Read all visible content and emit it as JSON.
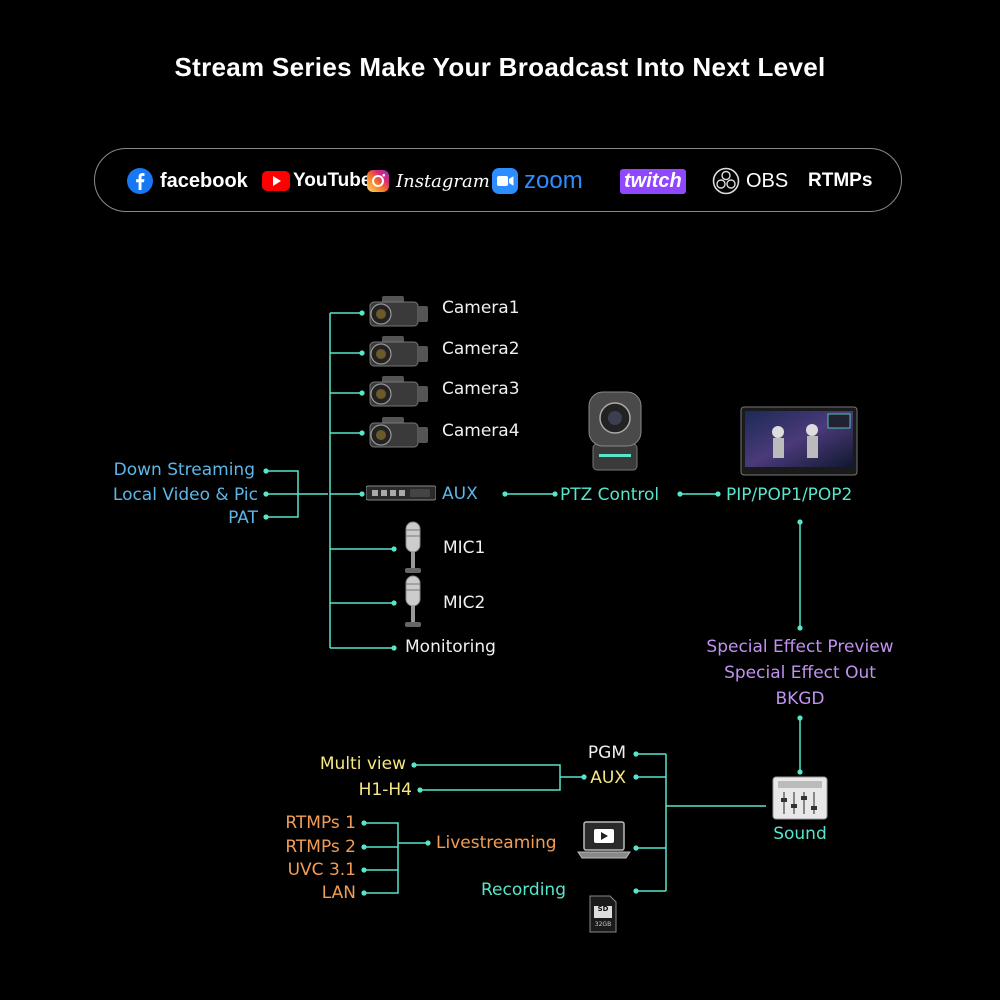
{
  "title": "Stream Series Make Your Broadcast Into Next Level",
  "platforms": [
    {
      "name": "facebook",
      "icon": "facebook-icon"
    },
    {
      "name": "YouTube",
      "icon": "youtube-icon"
    },
    {
      "name": "Instagram",
      "icon": "instagram-icon"
    },
    {
      "name": "zoom",
      "icon": "zoom-icon"
    },
    {
      "name": "twitch",
      "icon": "twitch-icon"
    },
    {
      "name": "OBS",
      "icon": "obs-icon"
    },
    {
      "name": "RTMPs",
      "icon": ""
    }
  ],
  "inputs_left": [
    "Down Streaming",
    "Local Video & Pic",
    "PAT"
  ],
  "sources": {
    "camera1": "Camera1",
    "camera2": "Camera2",
    "camera3": "Camera3",
    "camera4": "Camera4",
    "aux": "AUX",
    "mic1": "MIC1",
    "mic2": "MIC2",
    "monitoring": "Monitoring"
  },
  "ptz_control": "PTZ Control",
  "pip": "PIP/POP1/POP2",
  "effects": [
    "Special Effect Preview",
    "Special Effect Out",
    "BKGD"
  ],
  "outputs": {
    "pgm": "PGM",
    "aux": "AUX",
    "multi_view": "Multi view",
    "h1_h4": "H1-H4",
    "livestreaming": "Livestreaming",
    "recording": "Recording",
    "sound": "Sound"
  },
  "stream_targets": [
    "RTMPs 1",
    "RTMPs 2",
    "UVC 3.1",
    "LAN"
  ],
  "sd_card": {
    "top": "SD",
    "bottom": "32GB"
  },
  "colors": {
    "line": "#57e6cc",
    "blue": "#5cb7e8",
    "teal": "#57e6cc",
    "purple": "#c192f0",
    "yellow": "#f6e982",
    "orange": "#f29d56"
  }
}
